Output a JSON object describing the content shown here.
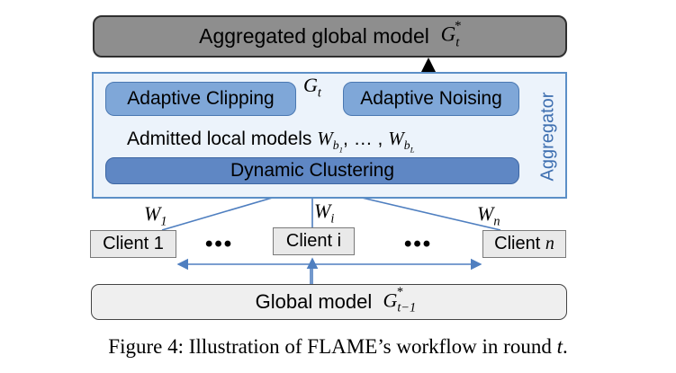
{
  "top": {
    "text": "Aggregated global model",
    "math": "G",
    "sub": "t",
    "sup": "*"
  },
  "aggregator": {
    "side_label": "Aggregator",
    "clipping": "Adaptive Clipping",
    "noising": "Adaptive Noising",
    "gt": {
      "base": "G",
      "sub": "t"
    },
    "admitted": {
      "text": "Admitted local models",
      "w": "W",
      "b": "b",
      "b1": "1",
      "dots": ", … , ",
      "bL": "L"
    },
    "clustering": "Dynamic Clustering"
  },
  "clients": [
    {
      "label": "Client 1",
      "w_base": "W",
      "w_sub": "1"
    },
    {
      "label": "Client i",
      "w_base": "W",
      "w_sub": "i"
    },
    {
      "label": "Client",
      "label_math": "n",
      "w_base": "W",
      "w_sub": "n"
    }
  ],
  "dots": "•••",
  "global": {
    "text": "Global model",
    "math": "G",
    "sub": "t−1",
    "sup": "*"
  },
  "caption": "Figure 4: Illustration of FLAME’s workflow in round",
  "caption_math": "t",
  "caption_end": ".",
  "colors": {
    "arrow_blue": "#4f7fc0",
    "arrow_black": "#000000"
  }
}
